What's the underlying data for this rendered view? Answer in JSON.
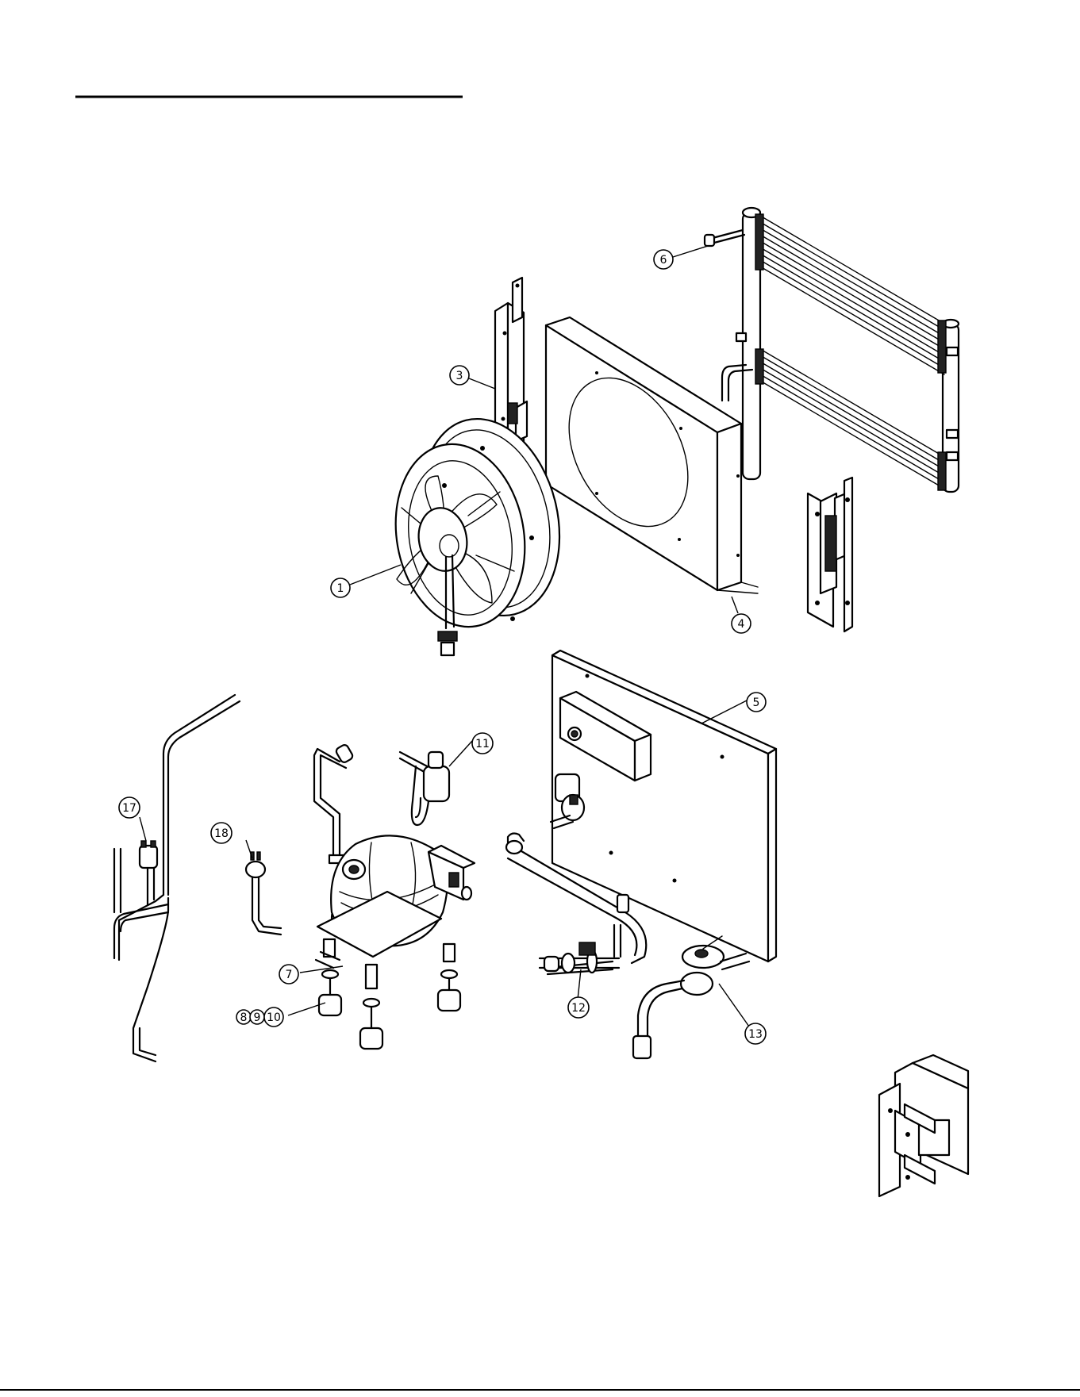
{
  "diagram": {
    "callouts": [
      {
        "id": "c1",
        "label": "1"
      },
      {
        "id": "c3",
        "label": "3"
      },
      {
        "id": "c4",
        "label": "4"
      },
      {
        "id": "c5",
        "label": "5"
      },
      {
        "id": "c6",
        "label": "6"
      },
      {
        "id": "c7",
        "label": "7"
      },
      {
        "id": "c8",
        "label": "8"
      },
      {
        "id": "c9",
        "label": "9"
      },
      {
        "id": "c10",
        "label": "10"
      },
      {
        "id": "c11",
        "label": "11"
      },
      {
        "id": "c12",
        "label": "12"
      },
      {
        "id": "c13",
        "label": "13"
      },
      {
        "id": "c17",
        "label": "17"
      },
      {
        "id": "c18",
        "label": "18"
      }
    ]
  }
}
